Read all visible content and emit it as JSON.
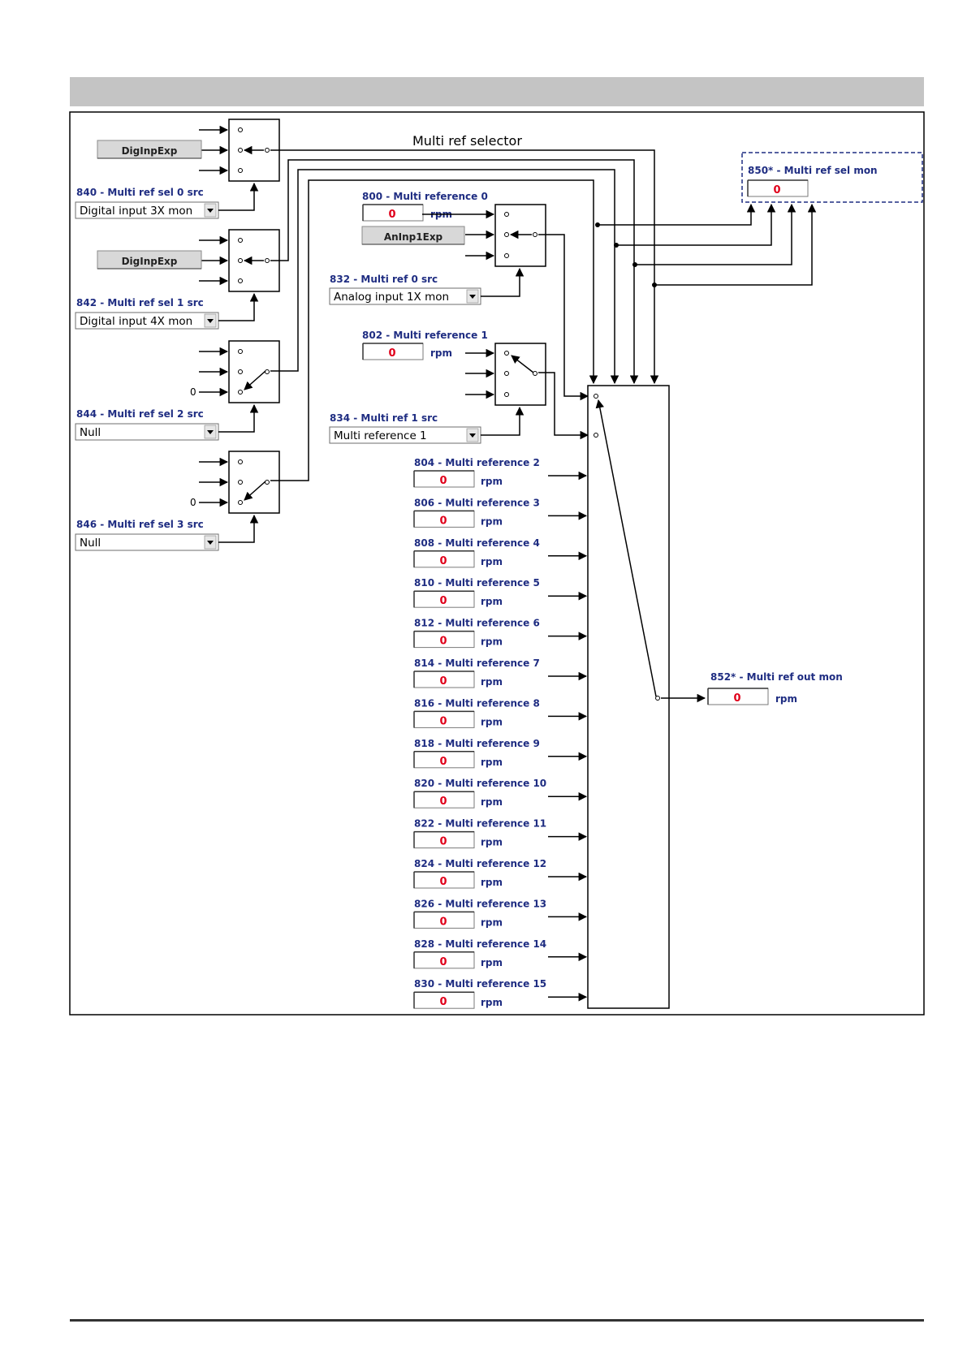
{
  "diagram": {
    "title": "Multi ref selector"
  },
  "selector_sources": [
    {
      "label": "840 - Multi ref sel 0 src",
      "selected": "Digital input 3X mon",
      "input_button": "DigInpExp",
      "has_zero": false
    },
    {
      "label": "842 - Multi ref sel 1 src",
      "selected": "Digital input 4X mon",
      "input_button": "DigInpExp",
      "has_zero": false
    },
    {
      "label": "844 - Multi ref sel 2 src",
      "selected": "Null",
      "input_button": "",
      "has_zero": true
    },
    {
      "label": "846 - Multi ref sel 3 src",
      "selected": "Null",
      "input_button": "",
      "has_zero": true
    }
  ],
  "zero_label": "0",
  "ref_sources": [
    {
      "ref_label": "800 - Multi reference 0",
      "ref_value": "0",
      "unit": "rpm",
      "input_button": "AnInp1Exp",
      "src_label": "832 - Multi ref 0 src",
      "src_selected": "Analog input 1X mon"
    },
    {
      "ref_label": "802 - Multi reference 1",
      "ref_value": "0",
      "unit": "rpm",
      "input_button": "",
      "src_label": "834 - Multi ref 1 src",
      "src_selected": "Multi reference 1"
    }
  ],
  "references": [
    {
      "label": "804 - Multi reference 2",
      "value": "0",
      "unit": "rpm"
    },
    {
      "label": "806 - Multi reference 3",
      "value": "0",
      "unit": "rpm"
    },
    {
      "label": "808 - Multi reference 4",
      "value": "0",
      "unit": "rpm"
    },
    {
      "label": "810 - Multi reference 5",
      "value": "0",
      "unit": "rpm"
    },
    {
      "label": "812 - Multi reference 6",
      "value": "0",
      "unit": "rpm"
    },
    {
      "label": "814 - Multi reference 7",
      "value": "0",
      "unit": "rpm"
    },
    {
      "label": "816 - Multi reference 8",
      "value": "0",
      "unit": "rpm"
    },
    {
      "label": "818 - Multi reference 9",
      "value": "0",
      "unit": "rpm"
    },
    {
      "label": "820 - Multi reference 10",
      "value": "0",
      "unit": "rpm"
    },
    {
      "label": "822 - Multi reference 11",
      "value": "0",
      "unit": "rpm"
    },
    {
      "label": "824 - Multi reference 12",
      "value": "0",
      "unit": "rpm"
    },
    {
      "label": "826 - Multi reference 13",
      "value": "0",
      "unit": "rpm"
    },
    {
      "label": "828 - Multi reference 14",
      "value": "0",
      "unit": "rpm"
    },
    {
      "label": "830 - Multi reference 15",
      "value": "0",
      "unit": "rpm"
    }
  ],
  "sel_monitor": {
    "label": "850* - Multi ref sel mon",
    "value": "0"
  },
  "out_monitor": {
    "label": "852* - Multi ref out mon",
    "value": "0",
    "unit": "rpm"
  },
  "colors": {
    "label_text": "#1f2d82",
    "value_text": "#e0001a",
    "header_bar": "#c4c4c4",
    "monitor_border": "#1f2d82"
  },
  "icons": {
    "dropdown": "chevron-down-icon",
    "arrow": "arrow-right-icon"
  }
}
